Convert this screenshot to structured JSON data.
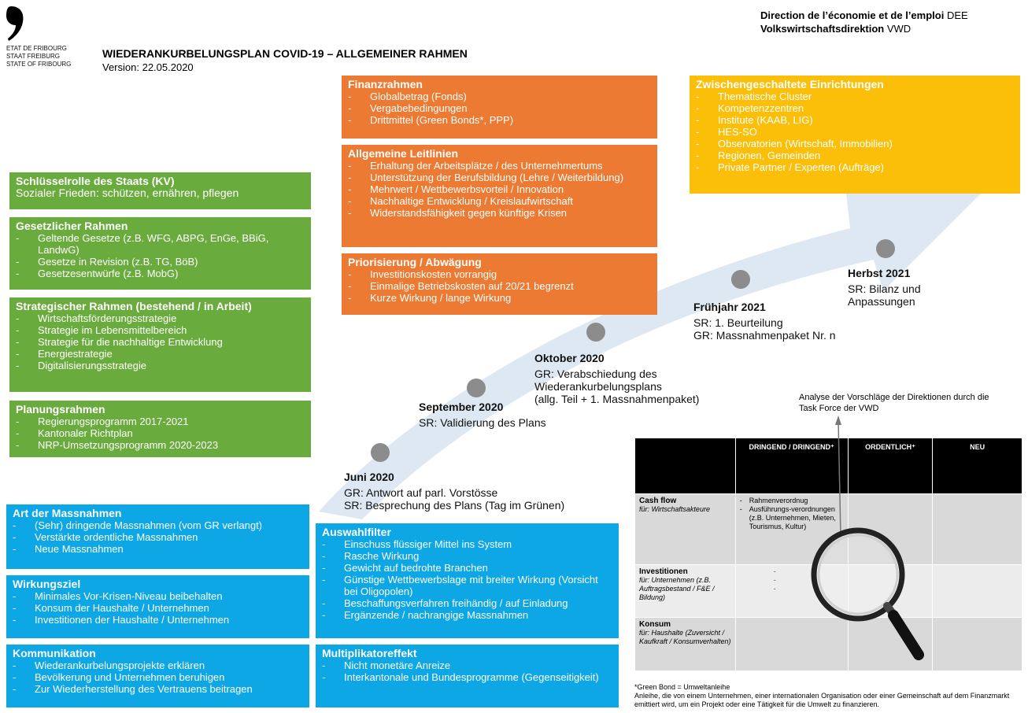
{
  "header": {
    "state_lines": [
      "ETAT DE FRIBOURG",
      "STAAT FREIBURG",
      "STATE OF FRIBOURG"
    ],
    "title": "WIEDERANKURBELUNGSPLAN COVID-19 – ALLGEMEINER RAHMEN",
    "version": "Version: 22.05.2020",
    "direction_fr_bold": "Direction de l’économie et de l’emploi",
    "direction_fr_abbr": " DEE",
    "direction_de_bold": "Volkswirtschaftsdirektion",
    "direction_de_abbr": " VWD"
  },
  "colors": {
    "green": "#6aab3d",
    "orange": "#ec7a32",
    "yellow": "#fbbf0a",
    "blue": "#0ca7e4",
    "arrow": "#dde8f3",
    "dot": "#8c8c8c"
  },
  "left": {
    "schluesselrolle": {
      "title": "Schlüsselrolle des Staats (KV)",
      "text": "Sozialer Frieden: schützen, ernähren, pflegen"
    },
    "gesetz": {
      "title": "Gesetzlicher Rahmen",
      "items": [
        "Geltende Gesetze (z.B. WFG, ABPG, EnGe, BBiG, LandwG)",
        "Gesetze in Revision (z.B. TG, BöB)",
        "Gesetzesentwürfe (z.B. MobG)"
      ]
    },
    "strategie": {
      "title": "Strategischer Rahmen (bestehend / in Arbeit)",
      "items": [
        "Wirtschaftsförderungsstrategie",
        "Strategie im Lebensmittelbereich",
        "Strategie für die nachhaltige Entwicklung",
        "Energiestrategie",
        "Digitalisierungsstrategie"
      ]
    },
    "planung": {
      "title": "Planungsrahmen",
      "items": [
        "Regierungsprogramm 2017-2021",
        "Kantonaler Richtplan",
        "NRP-Umsetzungsprogramm 2020-2023"
      ]
    }
  },
  "center": {
    "finanz": {
      "title": "Finanzrahmen",
      "items": [
        "Globalbetrag (Fonds)",
        "Vergabebedingungen",
        "Drittmittel (Green Bonds*, PPP)"
      ]
    },
    "leitlinien": {
      "title": "Allgemeine Leitlinien",
      "items": [
        "Erhaltung der Arbeitsplätze / des Unternehmertums",
        "Unterstützung der Berufsbildung (Lehre / Weiterbildung)",
        "Mehrwert / Wettbewerbsvorteil / Innovation",
        "Nachhaltige Entwicklung / Kreislaufwirtschaft",
        "Widerstandsfähigkeit gegen künftige Krisen"
      ]
    },
    "priorisierung": {
      "title": "Priorisierung / Abwägung",
      "items": [
        "Investitionskosten vorrangig",
        "Einmalige Betriebskosten auf 20/21 begrenzt",
        "Kurze Wirkung / lange Wirkung"
      ]
    }
  },
  "right": {
    "zwischen": {
      "title": "Zwischengeschaltete Einrichtungen",
      "items": [
        "Thematische Cluster",
        "Kompetenzzentren",
        "Institute (KAAB, LIG)",
        "HES-SO",
        "Observatorien (Wirtschaft, Immobilien)",
        "Regionen, Gemeinden",
        "Private Partner / Experten (Aufträge)"
      ]
    }
  },
  "bottom_left": {
    "art": {
      "title": "Art der Massnahmen",
      "items": [
        "(Sehr) dringende Massnahmen (vom GR verlangt)",
        "Verstärkte ordentliche Massnahmen",
        "Neue Massnahmen"
      ]
    },
    "wirkung": {
      "title": "Wirkungsziel",
      "items": [
        "Minimales Vor-Krisen-Niveau beibehalten",
        "Konsum der Haushalte / Unternehmen",
        "Investitionen der Haushalte / Unternehmen"
      ]
    },
    "komm": {
      "title": "Kommunikation",
      "items": [
        "Wiederankurbelungsprojekte erklären",
        "Bevölkerung und Unternehmen beruhigen",
        "Zur Wiederherstellung des Vertrauens beitragen"
      ]
    }
  },
  "bottom_mid": {
    "filter": {
      "title": "Auswahlfilter",
      "items": [
        "Einschuss flüssiger Mittel ins System",
        "Rasche Wirkung",
        "Gewicht auf bedrohte Branchen",
        "Günstige Wettbewerbslage mit breiter Wirkung (Vorsicht bei Oligopolen)",
        "Beschaffungsverfahren freihändig / auf Einladung",
        "Ergänzende / nachrangige Massnahmen"
      ]
    },
    "multi": {
      "title": "Multiplikatoreffekt",
      "items": [
        "Nicht monetäre Anreize",
        "Interkantonale und Bundesprogramme (Gegenseitigkeit)"
      ]
    }
  },
  "timeline": [
    {
      "title": "Juni 2020",
      "lines": [
        "GR: Antwort auf parl. Vorstösse",
        "SR: Besprechung des Plans (Tag im Grünen)"
      ]
    },
    {
      "title": "September 2020",
      "lines": [
        "SR: Validierung des Plans"
      ]
    },
    {
      "title": "Oktober 2020",
      "lines": [
        "GR: Verabschiedung des Wiederankurbelungsplans",
        "(allg. Teil + 1. Massnahmenpaket)"
      ]
    },
    {
      "title": "Frühjahr 2021",
      "lines": [
        "SR: 1. Beurteilung",
        "GR: Massnahmenpaket Nr. n"
      ]
    },
    {
      "title": "Herbst 2021",
      "lines": [
        "SR: Bilanz und Anpassungen"
      ]
    }
  ],
  "analysis": {
    "note": "Analyse der Vorschläge der Direktionen durch die Task Force der VWD",
    "columns": [
      "DRINGEND / DRINGEND⁺",
      "ORDENTLICH⁺",
      "NEU"
    ],
    "rows": [
      {
        "title": "Cash flow",
        "sub": "für: Wirtschaftsakteure",
        "items": [
          "Rahmenverordnug",
          "Ausführungs-verordnungen (z.B. Unternehmen, Mieten, Tourismus, Kultur)"
        ]
      },
      {
        "title": "Investitionen",
        "sub": "für: Unternehmen (z.B. Auftragsbestand / F&E / Bildung)",
        "dashes": [
          "-",
          "-",
          "-"
        ]
      },
      {
        "title": "Konsum",
        "sub": "für: Haushalte (Zuversicht / Kaufkraft / Konsumverhalten)"
      }
    ],
    "footnote_title": "*Green Bond = Umweltanleihe",
    "footnote_text": "Anleihe, die von einem Unternehmen, einer internationalen Organisation oder einer Gemeinschaft auf dem Finanzmarkt emittiert wird, um ein Projekt oder eine Tätigkeit für die Umwelt zu finanzieren."
  }
}
